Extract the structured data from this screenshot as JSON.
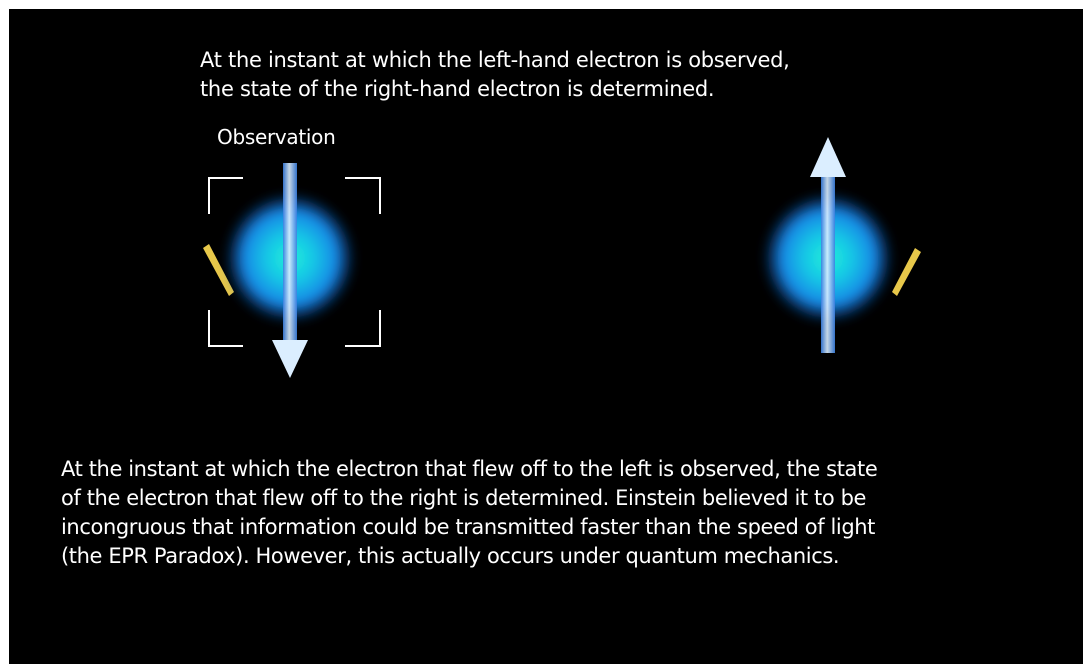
{
  "heading": {
    "lines": [
      "At the instant at which the left-hand electron is observed,",
      "the state of the right-hand electron is determined."
    ]
  },
  "observation_label": "Observation",
  "caption": {
    "lines": [
      "At the instant at which the electron that flew off to the left is observed, the state",
      "of the electron that flew off to the right is determined. Einstein believed it to be",
      "incongruous that information could be transmitted faster than the speed of light",
      "(the EPR Paradox). However, this actually occurs under quantum mechanics."
    ]
  },
  "electrons": [
    {
      "name": "left-electron",
      "spin": "down",
      "observed": true
    },
    {
      "name": "right-electron",
      "spin": "up",
      "observed": false
    }
  ],
  "colors": {
    "background": "#000000",
    "text": "#ffffff",
    "electron_core": "#1de9d6",
    "electron_halo": "#1a7fe0",
    "spin_arrow": "#8fc8ff",
    "spin_indicator": "#e8c84a",
    "observation_frame": "#ffffff"
  }
}
